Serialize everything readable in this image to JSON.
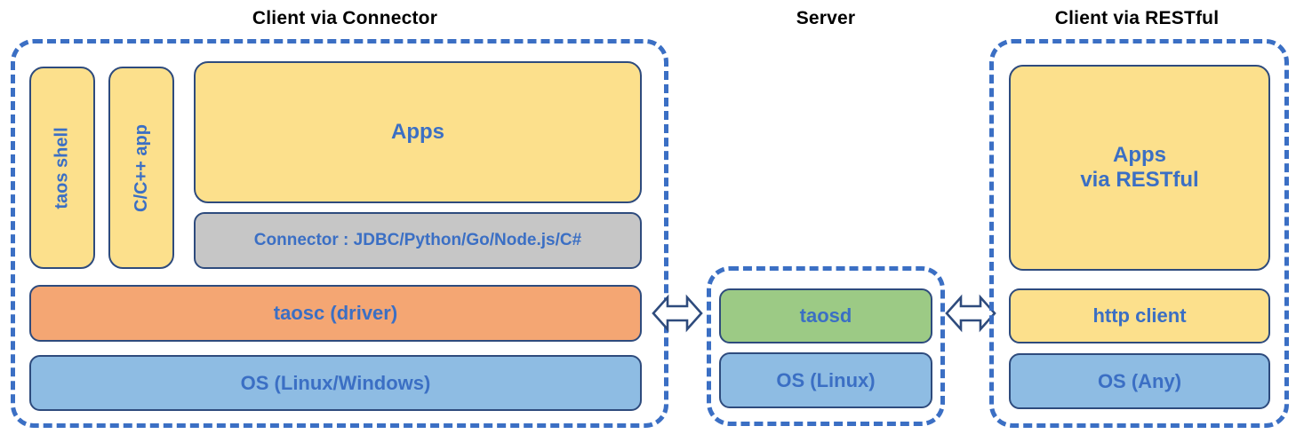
{
  "diagram": {
    "title_client_connector": "Client via Connector",
    "title_server": "Server",
    "title_client_restful": "Client via RESTful"
  },
  "colors": {
    "dash_border": "#3B6FC4",
    "block_border": "#2E4B7D",
    "text_blue": "#3B6FC4",
    "yellow": "#FCE08C",
    "orange": "#F4A673",
    "blue": "#8EBCE3",
    "green": "#9CCA85",
    "gray": "#C6C6C6",
    "title_black": "#000000"
  },
  "client_connector": {
    "taos_shell": "taos shell",
    "c_cpp_app": "C/C++ app",
    "apps": "Apps",
    "connector": "Connector : JDBC/Python/Go/Node.js/C#",
    "taosc_driver": "taosc (driver)",
    "os": "OS (Linux/Windows)"
  },
  "server": {
    "taosd": "taosd",
    "os": "OS (Linux)"
  },
  "client_restful": {
    "apps_line1": "Apps",
    "apps_line2": "via RESTful",
    "http_client": "http client",
    "os": "OS (Any)"
  },
  "arrows": {
    "left_arrow_name": "double-headed-arrow-client-to-server",
    "right_arrow_name": "double-headed-arrow-server-to-restful"
  }
}
